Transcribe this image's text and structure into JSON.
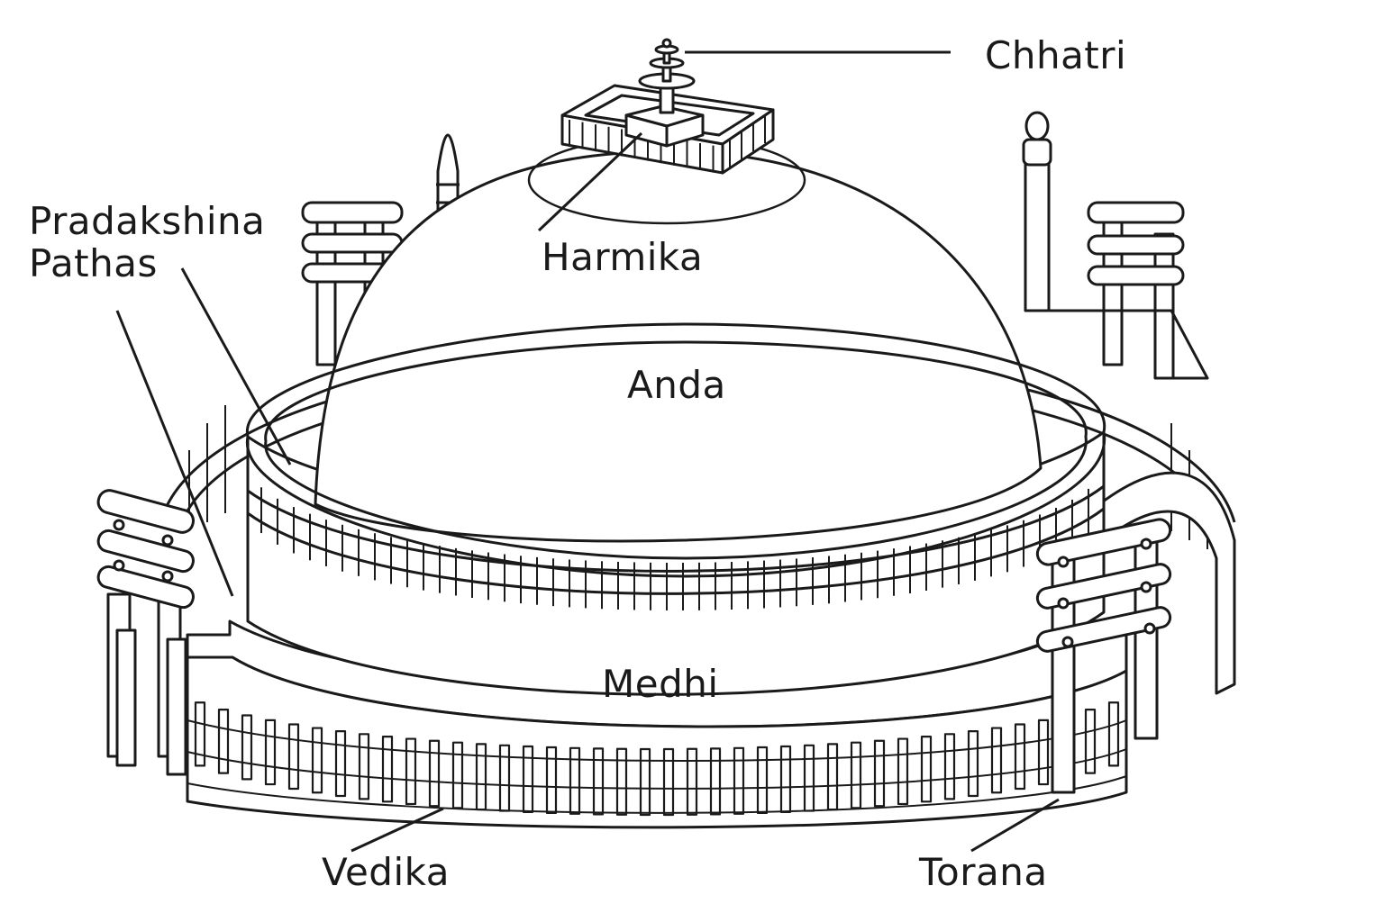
{
  "diagram": {
    "colors": {
      "ink": "#1a1a1a",
      "fill": "#ffffff"
    },
    "labels": {
      "chhatri": "Chhatri",
      "harmika": "Harmika",
      "pradakshina_line1": "Pradakshina",
      "pradakshina_line2": "Pathas",
      "anda": "Anda",
      "medhi": "Medhi",
      "vedika": "Vedika",
      "torana": "Torana"
    }
  }
}
